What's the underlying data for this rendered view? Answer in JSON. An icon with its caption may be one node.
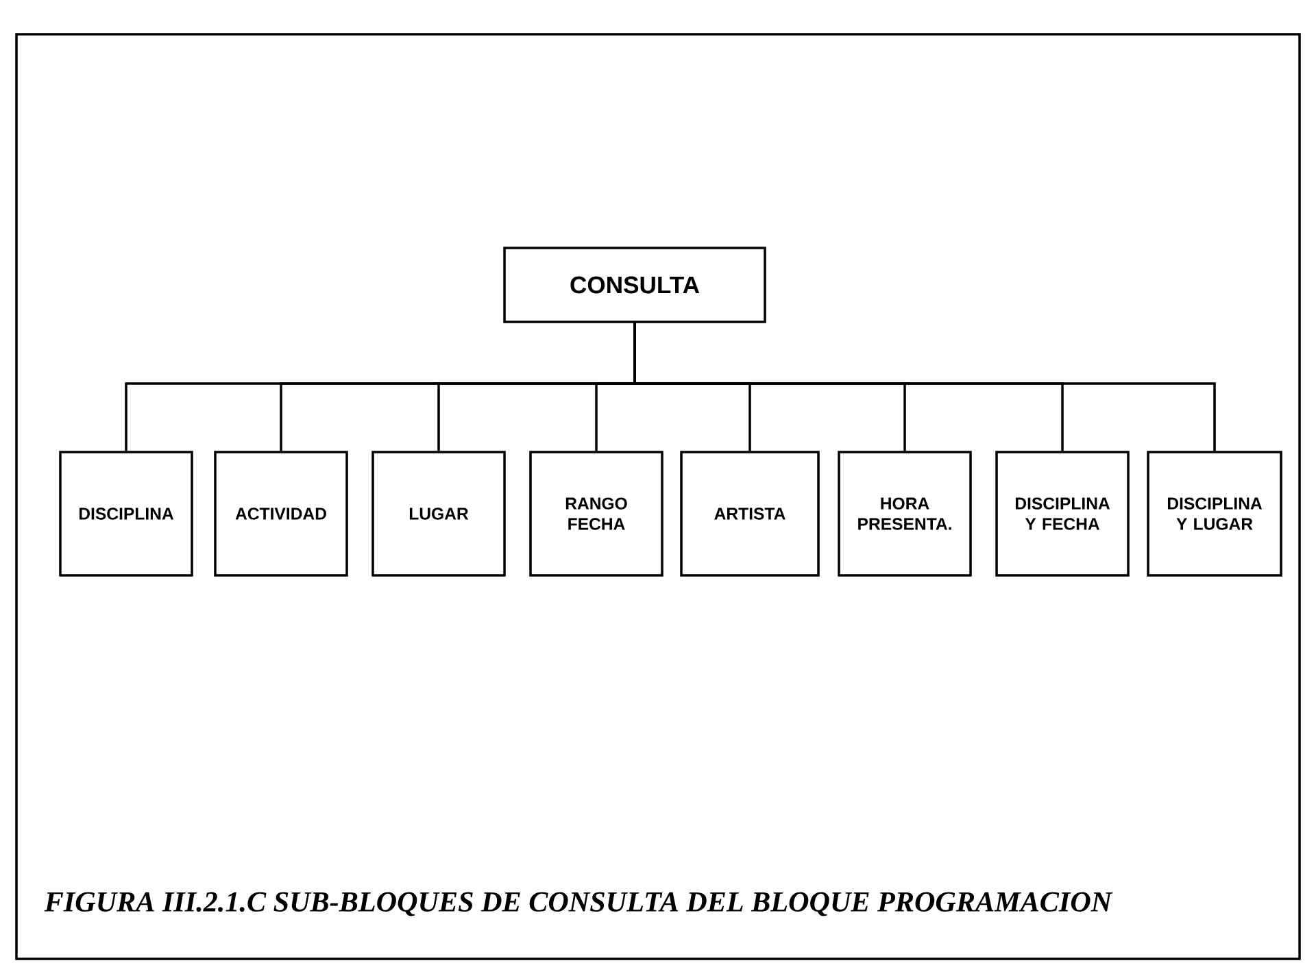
{
  "diagram": {
    "caption": "FIGURA III.2.1.C SUB-BLOQUES DE CONSULTA DEL BLOQUE PROGRAMACION",
    "nodes": [
      {
        "text": [
          "CONSULTA"
        ]
      },
      {
        "text": [
          "DISCIPLINA"
        ]
      },
      {
        "text": [
          "ACTIVIDAD"
        ]
      },
      {
        "text": [
          "LUGAR"
        ]
      },
      {
        "text": [
          "RANGO FECHA"
        ]
      },
      {
        "text": [
          "ARTISTA"
        ]
      },
      {
        "text": [
          "HORA PRESENTA."
        ]
      },
      {
        "text": [
          "DISCIPLINA Y FECHA"
        ]
      },
      {
        "text": [
          "DISCIPLINA Y LUGAR"
        ]
      }
    ],
    "edges": [
      {
        "from": 0,
        "to": 1,
        "arrow": "none"
      },
      {
        "from": 0,
        "to": 2,
        "arrow": "none"
      },
      {
        "from": 0,
        "to": 3,
        "arrow": "none"
      },
      {
        "from": 0,
        "to": 4,
        "arrow": "none"
      },
      {
        "from": 0,
        "to": 5,
        "arrow": "none"
      },
      {
        "from": 0,
        "to": 6,
        "arrow": "none"
      },
      {
        "from": 0,
        "to": 7,
        "arrow": "none"
      },
      {
        "from": 0,
        "to": 8,
        "arrow": "none"
      }
    ]
  }
}
